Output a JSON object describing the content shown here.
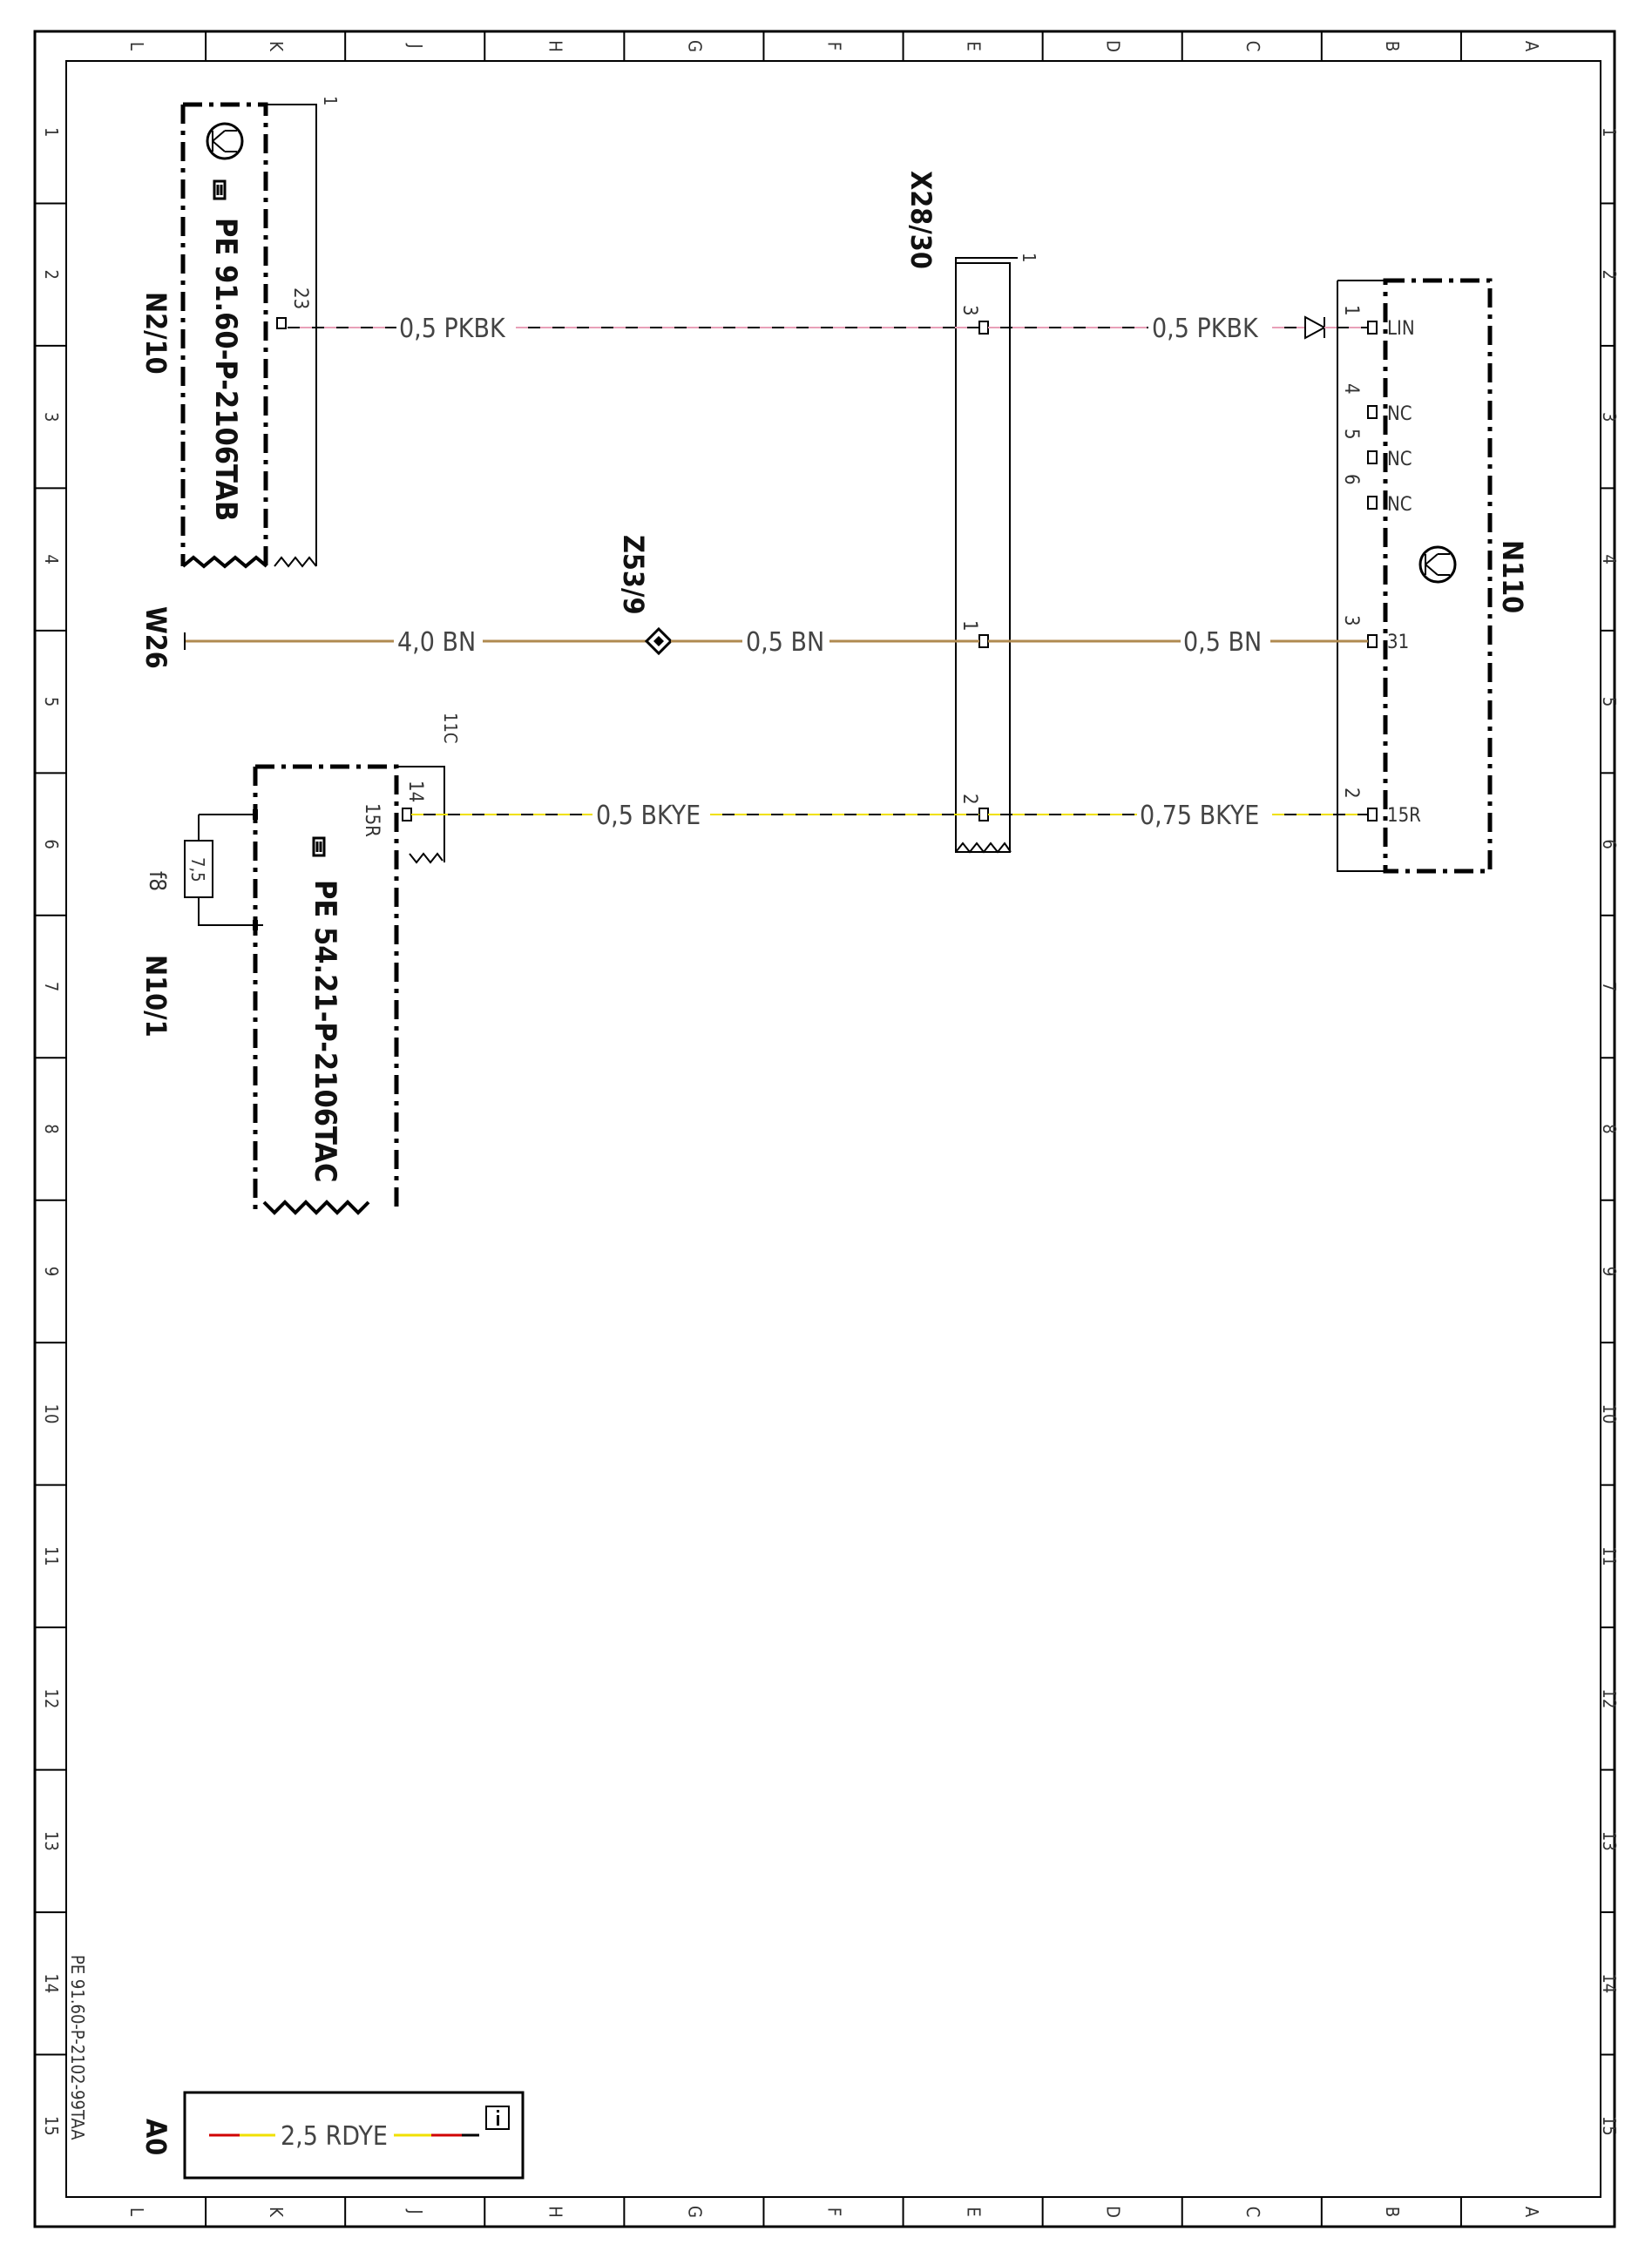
{
  "sheet": {
    "document_id": "PE 91.60-P-2102-99TAA",
    "column_letters": [
      "L",
      "K",
      "J",
      "H",
      "G",
      "F",
      "E",
      "D",
      "C",
      "B",
      "A"
    ],
    "row_numbers": [
      "1",
      "2",
      "3",
      "4",
      "5",
      "6",
      "7",
      "8",
      "9",
      "10",
      "11",
      "12",
      "13",
      "14",
      "15"
    ]
  },
  "components": {
    "n2_10": {
      "ref": "N2/10",
      "page_ref": "PE 91.60-P-2106TAB",
      "pin": "23",
      "conn_number": "1"
    },
    "x28_30": {
      "ref": "X28/30",
      "conn_number": "1",
      "pins": [
        "3",
        "1",
        "2"
      ]
    },
    "n110": {
      "ref": "N110",
      "pins": [
        "1",
        "4",
        "5",
        "6",
        "3",
        "2"
      ],
      "terminals": [
        "LIN",
        "NC",
        "NC",
        "NC",
        "31",
        "15R"
      ]
    },
    "z53_9": {
      "ref": "Z53/9"
    },
    "w26": {
      "ref": "W26"
    },
    "n10_1": {
      "ref": "N10/1",
      "page_ref": "PE 54.21-P-2106TAC",
      "pin": "14",
      "terminal": "15R",
      "conn_label": "11C"
    },
    "f8": {
      "ref": "f8",
      "value": "7,5"
    }
  },
  "wires": {
    "lin_left": "0,5 PKBK",
    "lin_right": "0,5 PKBK",
    "gnd_w26": "4,0 BN",
    "gnd_mid": "0,5 BN",
    "gnd_right": "0,5 BN",
    "pwr_left": "0,5 BKYE",
    "pwr_right": "0,75 BKYE"
  },
  "legend": {
    "sheet_id": "A0",
    "wire": "2,5 RDYE",
    "info_symbol": "info-icon"
  },
  "colors": {
    "pink": "#e8a0b8",
    "brown": "#b08a50",
    "yellow": "#f0e000",
    "red": "#d00000",
    "black": "#000000"
  }
}
